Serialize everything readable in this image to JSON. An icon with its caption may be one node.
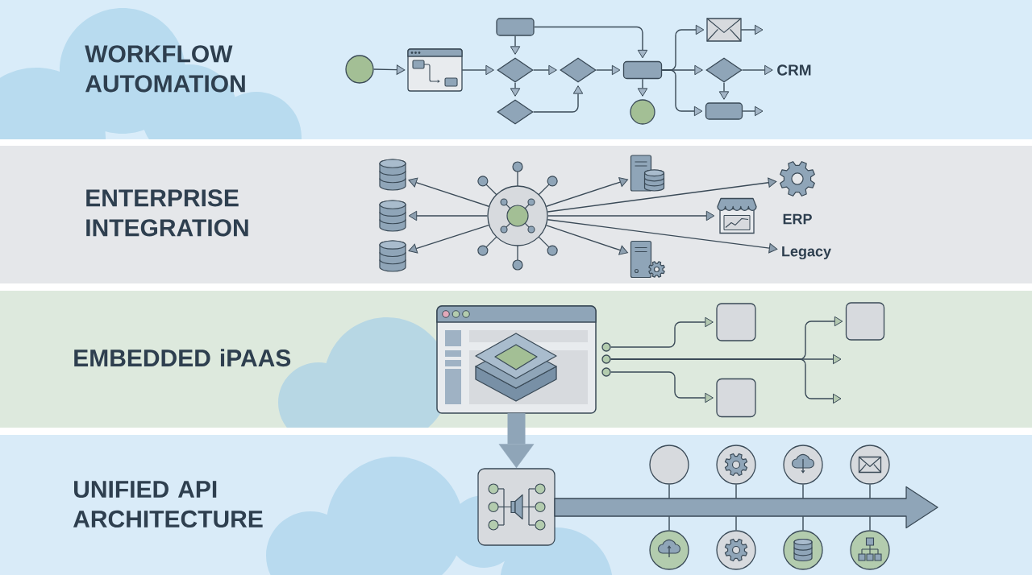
{
  "diagram": {
    "nodes": [
      {
        "text": [
          "WORKFLOW AUTOMATION"
        ]
      },
      {
        "text": [],
        "shape": "circle",
        "in": 0
      },
      {
        "text": [],
        "shape": "picture",
        "in": 0
      },
      {
        "text": [],
        "shape": "box",
        "in": 0
      },
      {
        "text": [],
        "shape": "diamond",
        "in": 0
      },
      {
        "text": [],
        "shape": "diamond",
        "in": 0
      },
      {
        "text": [],
        "shape": "diamond",
        "in": 0
      },
      {
        "text": [],
        "shape": "box",
        "in": 0
      },
      {
        "text": [],
        "shape": "circle",
        "in": 0
      },
      {
        "text": [],
        "shape": "picture",
        "in": 0
      },
      {
        "text": [],
        "shape": "diamond",
        "in": 0
      },
      {
        "text": [
          "CRM"
        ],
        "in": 0
      },
      {
        "text": [],
        "shape": "box",
        "in": 0
      },
      {
        "text": [
          "ENTERPRISE INTEGRATION"
        ]
      },
      {
        "text": [],
        "shape": "cylinder",
        "in": 13
      },
      {
        "text": [],
        "shape": "cylinder",
        "in": 13
      },
      {
        "text": [],
        "shape": "cylinder",
        "in": 13
      },
      {
        "text": [],
        "shape": "circle",
        "in": 13
      },
      {
        "text": [],
        "shape": "picture",
        "in": 13
      },
      {
        "text": [],
        "shape": "picture",
        "in": 13,
        "beside": [
          "ERP"
        ]
      },
      {
        "text": [],
        "shape": "picture",
        "in": 13
      },
      {
        "text": [
          "Legacy"
        ],
        "in": 13
      },
      {
        "text": [],
        "shape": "picture",
        "in": 13
      },
      {
        "text": [
          "EMBEDDED iPAAS"
        ]
      },
      {
        "text": [],
        "shape": "picture",
        "in": 23
      },
      {
        "text": [],
        "shape": "circle",
        "in": 23
      },
      {
        "text": [],
        "shape": "circle",
        "in": 23
      },
      {
        "text": [],
        "shape": "circle",
        "in": 23
      },
      {
        "text": [],
        "shape": "box",
        "in": 23
      },
      {
        "text": [],
        "shape": "box",
        "in": 23
      },
      {
        "text": [],
        "shape": "box",
        "in": 23
      },
      {
        "text": [
          "UNIFIED API ARCHITECTURE"
        ]
      },
      {
        "text": [],
        "shape": "box",
        "in": 31
      },
      {
        "text": [],
        "shape": "arrow",
        "in": 31
      },
      {
        "text": [],
        "shape": "circle",
        "in": 31
      },
      {
        "text": [],
        "shape": "circle",
        "in": 31
      },
      {
        "text": [],
        "shape": "circle",
        "in": 31
      },
      {
        "text": [],
        "shape": "circle",
        "in": 31
      },
      {
        "text": [],
        "shape": "circle",
        "in": 31
      },
      {
        "text": [],
        "shape": "circle",
        "in": 31
      },
      {
        "text": [],
        "shape": "circle",
        "in": 31
      },
      {
        "text": [],
        "shape": "circle",
        "in": 31
      }
    ],
    "edges": [
      {
        "from": 1,
        "to": 2,
        "arrow": "to"
      },
      {
        "from": 2,
        "to": 4,
        "arrow": "to"
      },
      {
        "from": 3,
        "to": 4,
        "arrow": "to"
      },
      {
        "from": 4,
        "to": 5,
        "arrow": "to"
      },
      {
        "from": 4,
        "to": 6,
        "arrow": "to"
      },
      {
        "from": 5,
        "to": 6,
        "arrow": "to"
      },
      {
        "from": 3,
        "to": 7,
        "arrow": "to"
      },
      {
        "from": 6,
        "to": 7,
        "arrow": "to"
      },
      {
        "from": 7,
        "to": 8,
        "arrow": "to"
      },
      {
        "from": 7,
        "to": 9,
        "arrow": "to"
      },
      {
        "from": 7,
        "to": 10,
        "arrow": "to"
      },
      {
        "from": 7,
        "to": 12,
        "arrow": "to"
      },
      {
        "from": 9,
        "to": null,
        "arrow": "to"
      },
      {
        "from": 10,
        "to": 11,
        "arrow": "to"
      },
      {
        "from": 10,
        "to": 12,
        "arrow": "to"
      },
      {
        "from": 12,
        "to": null,
        "arrow": "to"
      },
      {
        "from": 17,
        "to": 14,
        "arrow": "to"
      },
      {
        "from": 17,
        "to": 15,
        "arrow": "to"
      },
      {
        "from": 17,
        "to": 16,
        "arrow": "to"
      },
      {
        "from": 17,
        "to": 18,
        "arrow": "to"
      },
      {
        "from": 17,
        "to": 19,
        "arrow": "to"
      },
      {
        "from": 17,
        "to": 20,
        "arrow": "to"
      },
      {
        "from": 17,
        "to": 21,
        "arrow": "to"
      },
      {
        "from": 17,
        "to": 22,
        "arrow": "to"
      },
      {
        "from": 25,
        "to": 28,
        "arrow": "to"
      },
      {
        "from": 26,
        "to": 30,
        "arrow": "to"
      },
      {
        "from": 26,
        "to": null,
        "arrow": "to"
      },
      {
        "from": 26,
        "to": null,
        "arrow": "to"
      },
      {
        "from": 27,
        "to": 29,
        "arrow": "to"
      },
      {
        "from": 24,
        "to": 32,
        "arrow": "to",
        "style": "thick",
        "color": "#8fa5b8"
      },
      {
        "from": 34,
        "to": 33,
        "arrow": "none"
      },
      {
        "from": 35,
        "to": 33,
        "arrow": "none"
      },
      {
        "from": 36,
        "to": 33,
        "arrow": "none"
      },
      {
        "from": 37,
        "to": 33,
        "arrow": "none"
      },
      {
        "from": 38,
        "to": 33,
        "arrow": "none"
      },
      {
        "from": 39,
        "to": 33,
        "arrow": "none"
      },
      {
        "from": 40,
        "to": 33,
        "arrow": "none"
      },
      {
        "from": 41,
        "to": 33,
        "arrow": "none"
      }
    ]
  }
}
